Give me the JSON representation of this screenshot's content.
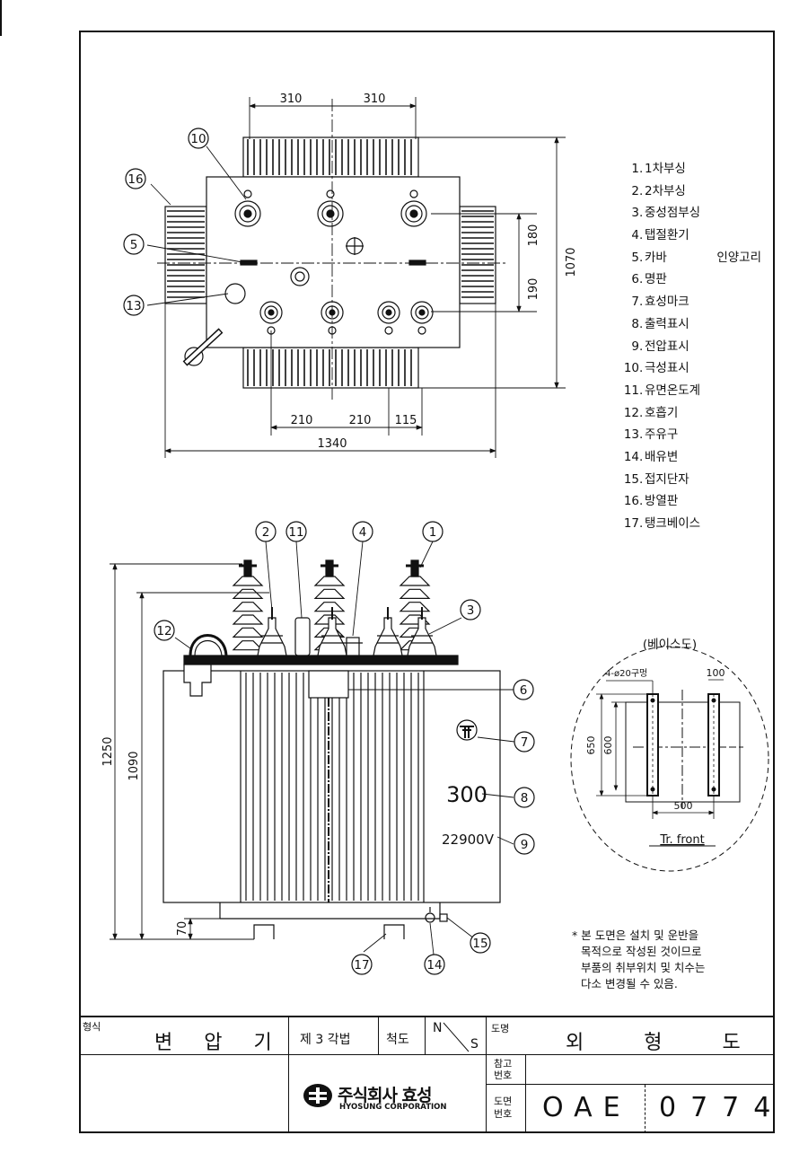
{
  "drawing": {
    "top_view": {
      "dims": {
        "d310_left": "310",
        "d310_right": "310",
        "d180": "180",
        "d190": "190",
        "d1070": "1070",
        "d210_left": "210",
        "d210_right": "210",
        "d115": "115",
        "d1340": "1340"
      },
      "callouts": [
        "10",
        "16",
        "5",
        "13"
      ]
    },
    "front_view": {
      "dims": {
        "d1250": "1250",
        "d1090": "1090",
        "d70": "70"
      },
      "callouts": [
        "2",
        "11",
        "4",
        "1",
        "3",
        "12",
        "6",
        "7",
        "8",
        "9",
        "15",
        "14",
        "17"
      ],
      "rating_kva": "300",
      "voltage": "22900V"
    },
    "base_view": {
      "title": "(베이스도)",
      "hole_label": "4-ø20구멍",
      "d100": "100",
      "d650": "650",
      "d600": "600",
      "d500": "500",
      "front_label": "Tr. front"
    }
  },
  "parts_list": [
    {
      "num": "1",
      "name": "1차부싱"
    },
    {
      "num": "2",
      "name": "2차부싱"
    },
    {
      "num": "3",
      "name": "중성점부싱"
    },
    {
      "num": "4",
      "name": "탭절환기"
    },
    {
      "num": "5",
      "name": "카바 인양고리"
    },
    {
      "num": "6",
      "name": "명판"
    },
    {
      "num": "7",
      "name": "효성마크"
    },
    {
      "num": "8",
      "name": "출력표시"
    },
    {
      "num": "9",
      "name": "전압표시"
    },
    {
      "num": "10",
      "name": "극성표시"
    },
    {
      "num": "11",
      "name": "유면온도계"
    },
    {
      "num": "12",
      "name": "호흡기"
    },
    {
      "num": "13",
      "name": "주유구"
    },
    {
      "num": "14",
      "name": "배유변"
    },
    {
      "num": "15",
      "name": "접지단자"
    },
    {
      "num": "16",
      "name": "방열판"
    },
    {
      "num": "17",
      "name": "탱크베이스"
    }
  ],
  "note": {
    "lines": [
      "* 본 도면은 설치 및 운반을",
      "목적으로 작성된 것이므로",
      "부품의 취부위치 및 치수는",
      "다소 변경될 수 있음."
    ]
  },
  "title_block": {
    "form_label": "형식",
    "form_value": "변 압 기",
    "method": "제 3 각법",
    "scale_label": "척도",
    "scale_n": "N",
    "scale_s": "S",
    "name_label": "도명",
    "name_value": "외 형 도",
    "ref_label_1": "참고",
    "ref_label_2": "번호",
    "dwg_label_1": "도면",
    "dwg_label_2": "번호",
    "company_ko": "주식회사 효성",
    "company_en": "HYOSUNG CORPORATION",
    "dwg_no_a": "OAE",
    "dwg_no_b": "0774"
  }
}
